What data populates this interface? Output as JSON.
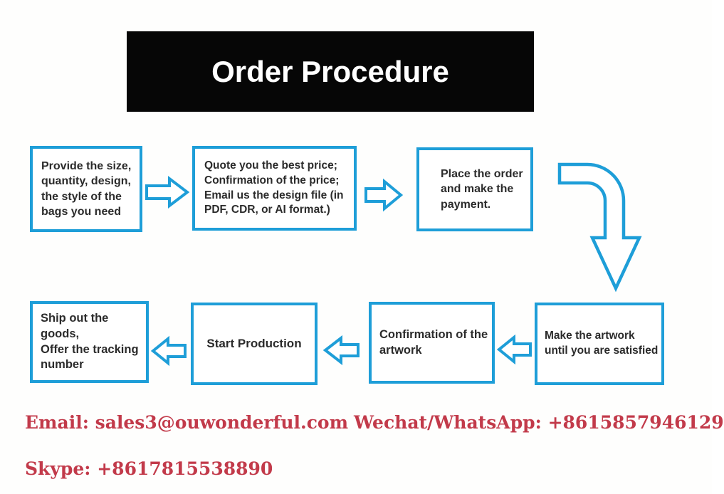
{
  "title": "Order Procedure",
  "steps": [
    {
      "id": 1,
      "text": "Provide the size,\nquantity, design,\nthe style of the\nbags you need"
    },
    {
      "id": 2,
      "text": "Quote you the best price;\nConfirmation of the price;\nEmail us the design file (in\nPDF, CDR, or AI format.)"
    },
    {
      "id": 3,
      "text": "Place the order\nand make the\npayment."
    },
    {
      "id": 4,
      "text": "Make the artwork\nuntil you are satisfied"
    },
    {
      "id": 5,
      "text": "Confirmation of the\nartwork"
    },
    {
      "id": 6,
      "text": "Start Production"
    },
    {
      "id": 7,
      "text": "Ship out the goods,\nOffer the tracking\nnumber"
    }
  ],
  "contact": {
    "email": "Email: sales3@ouwonderful.com",
    "wechat_whatsapp": "Wechat/WhatsApp: +8615857946129",
    "skype": "Skype: +8617815538890"
  },
  "icons": {
    "arrow_right": "block-arrow-right",
    "arrow_left": "block-arrow-left",
    "arrow_bent_down": "block-arrow-bent-down"
  },
  "colors": {
    "accent_blue": "#1e9ed8",
    "contact_red": "#c23a4a",
    "banner_bg": "#060606",
    "banner_text": "#ffffff",
    "box_text": "#2b2b2b"
  }
}
